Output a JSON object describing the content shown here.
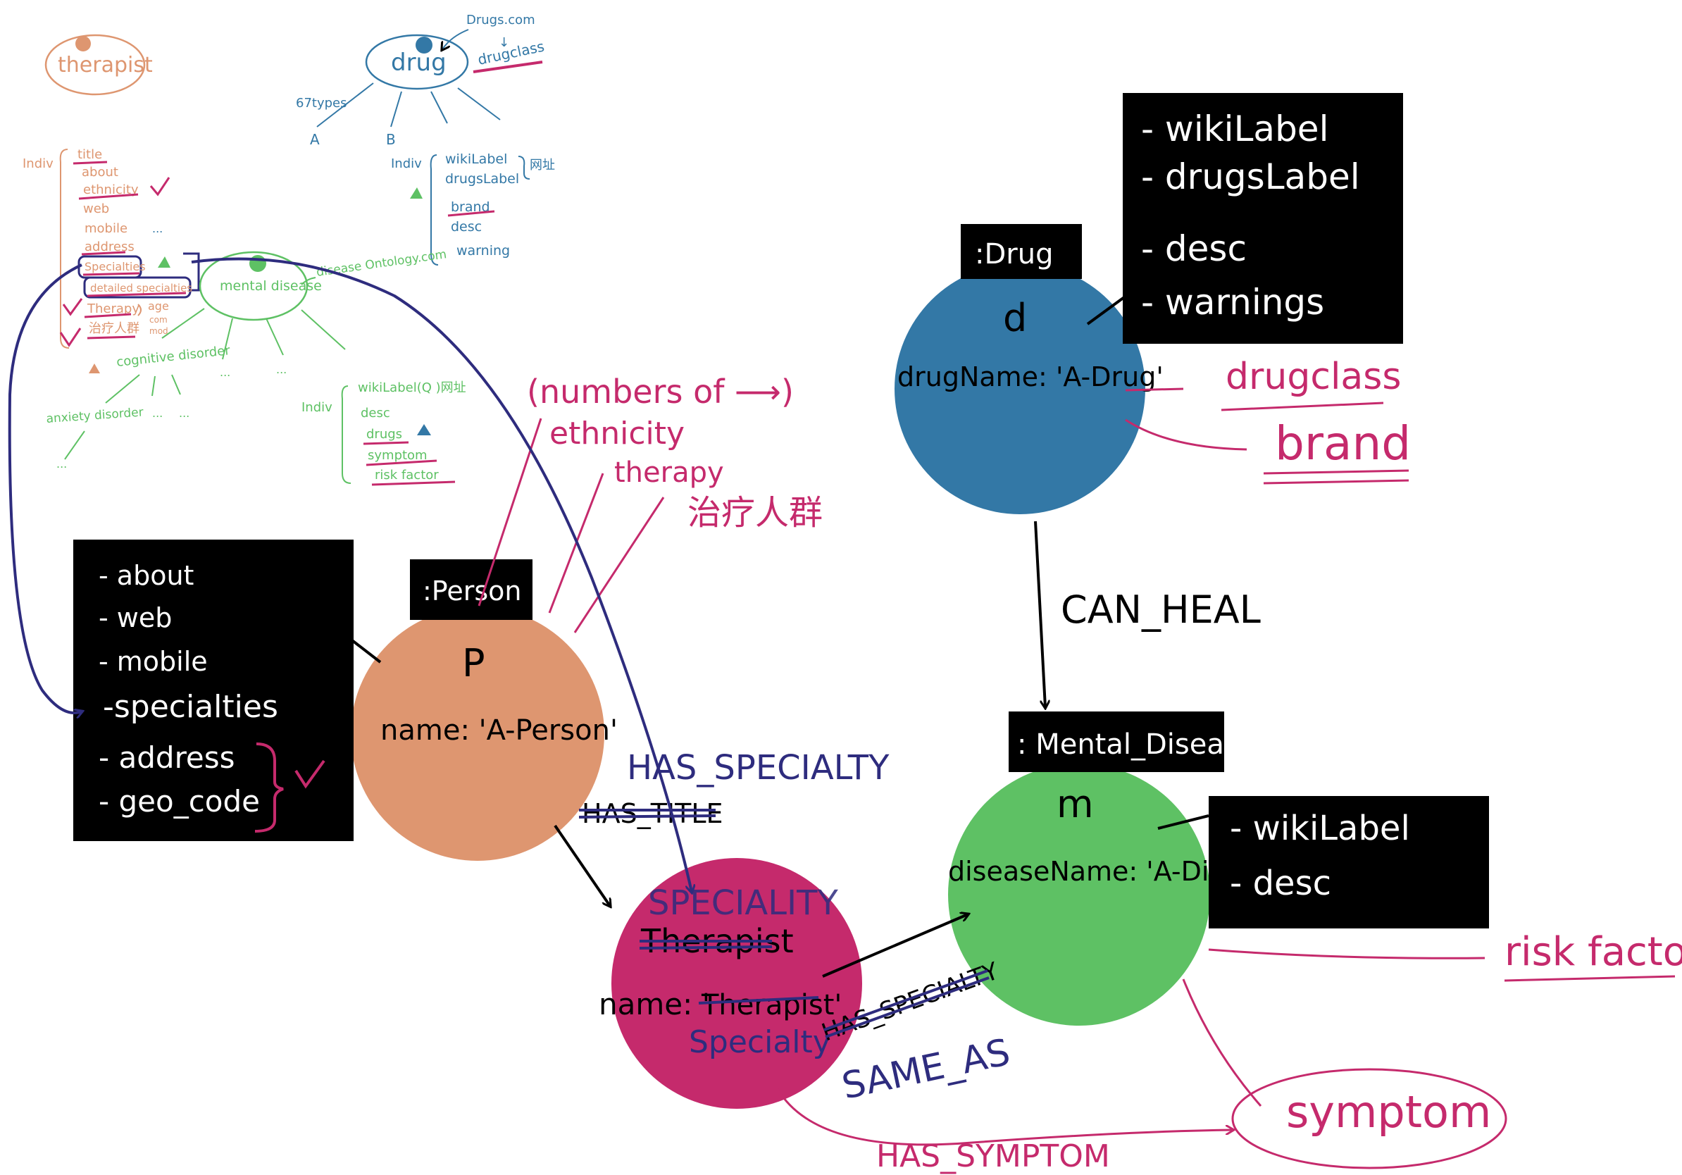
{
  "colors": {
    "orange": "#DE9670",
    "blue": "#3378A6",
    "green": "#5EC164",
    "magenta": "#C52A6C",
    "navy": "#2E2C7E",
    "black": "#000000",
    "white": "#ffffff"
  },
  "sketch": {
    "therapist": "therapist",
    "drug": "drug",
    "drugs_com": "Drugs.com",
    "drugclass": "drugclass",
    "types": "67types",
    "a": "A",
    "b": "B",
    "indiv": "Indiv",
    "drug_props": [
      "wikiLabel",
      "drugsLabel",
      "brand",
      "desc",
      "warning"
    ],
    "drug_note": "网址",
    "therapist_props": [
      "title",
      "about",
      "ethnicity",
      "web",
      "mobile",
      "address",
      "Specialties",
      "detailed specialties",
      "Therapy",
      "治疗人群"
    ],
    "age_notes": [
      "age",
      "com",
      "mod"
    ],
    "mental_disease": "mental disease",
    "disease_source": "disease Ontology.com",
    "cognitive": "cognitive disorder",
    "anxiety": "anxiety disorder",
    "disease_props": [
      "wikiLabel(Q )网址",
      "desc",
      "drugs",
      "symptom",
      "risk factor"
    ],
    "dots": "..."
  },
  "person": {
    "label": ":Person",
    "var": "P",
    "prop": "name: 'A-Person'",
    "props_box": [
      "- about",
      "- web",
      "- mobile",
      "-specialties",
      "- address",
      "- geo_code"
    ],
    "notes": [
      "(numbers of ⟶)",
      "ethnicity",
      "therapy",
      "治疗人群"
    ]
  },
  "drug": {
    "label": ":Drug",
    "var": "d",
    "prop": "drugName: 'A-Drug'",
    "props_box": [
      "- wikiLabel",
      "- drugsLabel",
      "- desc",
      "- warnings"
    ],
    "notes": [
      "drugclass",
      "brand"
    ]
  },
  "disease": {
    "label": ": Mental_Disease",
    "var": "m",
    "prop": "diseaseName: 'A-Disease'",
    "props_box": [
      "- wikiLabel",
      "- desc"
    ],
    "notes": [
      "risk factor",
      "symptom"
    ]
  },
  "specialty": {
    "old_label": "Therapist",
    "new_label": "SPECIALITY",
    "prop_prefix": "name: '",
    "old_value": "Therapist'",
    "new_value": "Specialty"
  },
  "relations": {
    "has_specialty": "HAS_SPECIALTY",
    "has_title": "HAS_TITLE",
    "can_heal": "CAN_HEAL",
    "has_specialty_struck": "HAS_SPECIALTY",
    "same_as": "SAME_AS",
    "has_symptom": "HAS_SYMPTOM"
  }
}
